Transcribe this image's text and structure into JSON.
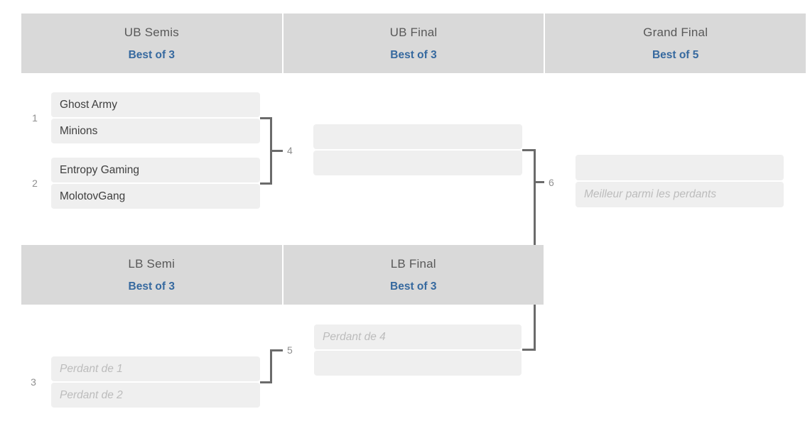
{
  "bracket": {
    "rounds": {
      "ub_semis": {
        "title": "UB Semis",
        "format": "Best of 3"
      },
      "ub_final": {
        "title": "UB Final",
        "format": "Best of 3"
      },
      "grand_final": {
        "title": "Grand Final",
        "format": "Best of 5"
      },
      "lb_semi": {
        "title": "LB Semi",
        "format": "Best of 3"
      },
      "lb_final": {
        "title": "LB Final",
        "format": "Best of 3"
      }
    },
    "matches": {
      "m1": {
        "number": "1",
        "slots": [
          {
            "label": "Ghost Army"
          },
          {
            "label": "Minions"
          }
        ]
      },
      "m2": {
        "number": "2",
        "slots": [
          {
            "label": "Entropy Gaming"
          },
          {
            "label": "MolotovGang"
          }
        ]
      },
      "m3": {
        "number": "3",
        "slots": [
          {
            "label": "Perdant de 1"
          },
          {
            "label": "Perdant de 2"
          }
        ]
      },
      "m4": {
        "number": "4",
        "slots": [
          {
            "label": ""
          },
          {
            "label": ""
          }
        ]
      },
      "m5": {
        "number": "5",
        "slots": [
          {
            "label": "Perdant de 4"
          },
          {
            "label": ""
          }
        ]
      },
      "m6": {
        "number": "6",
        "slots": [
          {
            "label": ""
          },
          {
            "label": "Meilleur parmi les perdants"
          }
        ]
      }
    },
    "colors": {
      "header_background": "#d9d9d9",
      "slot_background": "#efefef",
      "format_accent_blue": "#36699f",
      "connector_gray": "#6b6b6b",
      "title_text": "#585858",
      "team_text": "#3f3f3f",
      "placeholder_text": "#bcbcbc",
      "number_text": "#8f8f8f"
    }
  }
}
